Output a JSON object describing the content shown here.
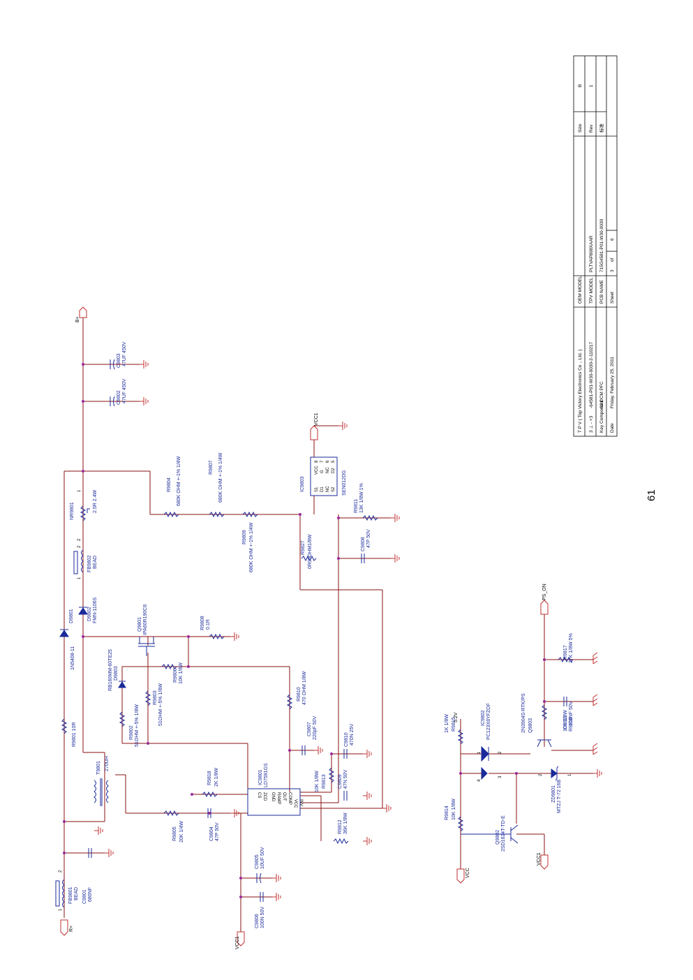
{
  "page_number": "61",
  "nets": {
    "r_plus": "R+",
    "b_plus": "B+",
    "vcc1_ic": "VCC1",
    "vcc1_left": "VCC1",
    "vcc1_bottom": "VCC1",
    "vcc": "VCC",
    "ps_on": "PS_ON",
    "v52": "5.2V"
  },
  "components": {
    "fb9801": [
      "FB9801",
      "BEAD"
    ],
    "c9801": [
      "C9801",
      "680NF"
    ],
    "t9801": [
      "T9801",
      "270UH"
    ],
    "r9801": [
      "R9801 10R"
    ],
    "d9801": [
      "D9801"
    ],
    "d9801_part": [
      "1N5408-11"
    ],
    "d9803": [
      "RB160MM-60TE25",
      "D9803"
    ],
    "r9802": [
      "R9802",
      "51OHM +-5% 1/8W"
    ],
    "r9803": [
      "R9803",
      "51OHM +-5% 1/8W"
    ],
    "q9801": [
      "Q9801",
      "IPA60R190C6"
    ],
    "r9806": [
      "R9806",
      "10K 1/8W"
    ],
    "r9808": [
      "R9808",
      "0.1R"
    ],
    "d9802": [
      "D9802",
      "FMN-1106S"
    ],
    "fb9802": [
      "FB9802",
      "BEAD"
    ],
    "nr9801": [
      "NR9801",
      "2.5R 2.4W"
    ],
    "c9802": [
      "C9802",
      "47UF 450V"
    ],
    "c9803": [
      "C9803",
      "47UF 450V"
    ],
    "r9804": [
      "R9804",
      "680K OHM +-1% 1/4W"
    ],
    "r9807": [
      "R9807",
      "680K OHM +-1% 1/4W"
    ],
    "r9809": [
      "R9809",
      "680K OHM +-1% 1/4W"
    ],
    "r9827": [
      "R9827",
      "0R05OHM1/8W"
    ],
    "c9808": [
      "C9808",
      "47P 50V"
    ],
    "r9811": [
      "R9811",
      "13K 1/8W 1%"
    ],
    "ic9803": [
      "IC9803",
      "SEN012DG"
    ],
    "r9810": [
      "R9810",
      "470 OHM 1/8W"
    ],
    "c9807": [
      "C9807",
      "220pF 50V"
    ],
    "c9810": [
      "C9810",
      "470N 25V"
    ],
    "ic9801": [
      "IC9801",
      "LD7591GS"
    ],
    "r9818": [
      "R9818",
      "2K 1/8W"
    ],
    "r9805": [
      "R9805",
      "20K 1/4W"
    ],
    "c9804": [
      "C9804",
      "47P 50V"
    ],
    "r9813": [
      "10K 1/8W",
      "R9813"
    ],
    "c9809": [
      "C9809",
      "47N 50V"
    ],
    "r9812": [
      "R9812",
      "36K 1/8W"
    ],
    "c9805": [
      "C9805",
      "10UF 50V"
    ],
    "c9806": [
      "C9806",
      "100N 50V"
    ],
    "r9815": [
      "1K 1/8W",
      "R9815"
    ],
    "ic9802": [
      "IC9802",
      "PC123X8YFZOF"
    ],
    "q9803": [
      "2N3904S-RTK/PS",
      "Q9803"
    ],
    "r9816": [
      "10K 1/8W",
      "R9816"
    ],
    "c9811": [
      "C9811",
      "100NF 50V"
    ],
    "r9817": [
      "R9817",
      "27K 1/8W 5%"
    ],
    "r9814": [
      "R9814",
      "10K 1/8W"
    ],
    "q9802": [
      "Q9802",
      "2SD1624T-TD-E"
    ],
    "zd9801": [
      "ZD9801",
      "MTZJ T-72 16B"
    ]
  },
  "ic_pins": {
    "ic9803_left": [
      "S1",
      "D1",
      "NC",
      "S2"
    ],
    "ic9803_right": [
      "VCC",
      "G",
      "NC",
      "D2"
    ],
    "ic9803_numbers": [
      "8",
      "7",
      "6",
      "5"
    ],
    "ic9801_left": [
      "CS",
      "ZCD"
    ],
    "ic9801_mid": [
      "GND",
      "RAMP",
      "OUT",
      "COMP"
    ],
    "ic9801_right": [
      "VCC",
      "INV"
    ]
  },
  "title_block": {
    "company": "T P V  ( Top  Victory  Electronics  Co .,  Ltd. )",
    "oem_model_label": "OEM MODEL",
    "oem_model_value": "",
    "size_label": "Size",
    "size_value": "B",
    "row2_label": "3  ⊥ - +3",
    "row2_value": "-64581-P01-W30-0030-2-110217",
    "tpv_model_label": "TPV MODEL",
    "tpv_model_value": "PLTVAP808XAAR",
    "rev_label": "Rev",
    "rev_value": "1",
    "key_component_label": "Key Component",
    "key_component_value": "03.DCM PFC",
    "pcb_name_label": "PCB NAME",
    "pcb_name_value": "715G4581-P01-W30-0030",
    "extra_label": "标准",
    "date_label": "Date",
    "date_value": "Friday, February 25, 2011",
    "sheet_label": "Sheet",
    "sheet_value": "3",
    "of_label": "of",
    "of_value": "6"
  }
}
